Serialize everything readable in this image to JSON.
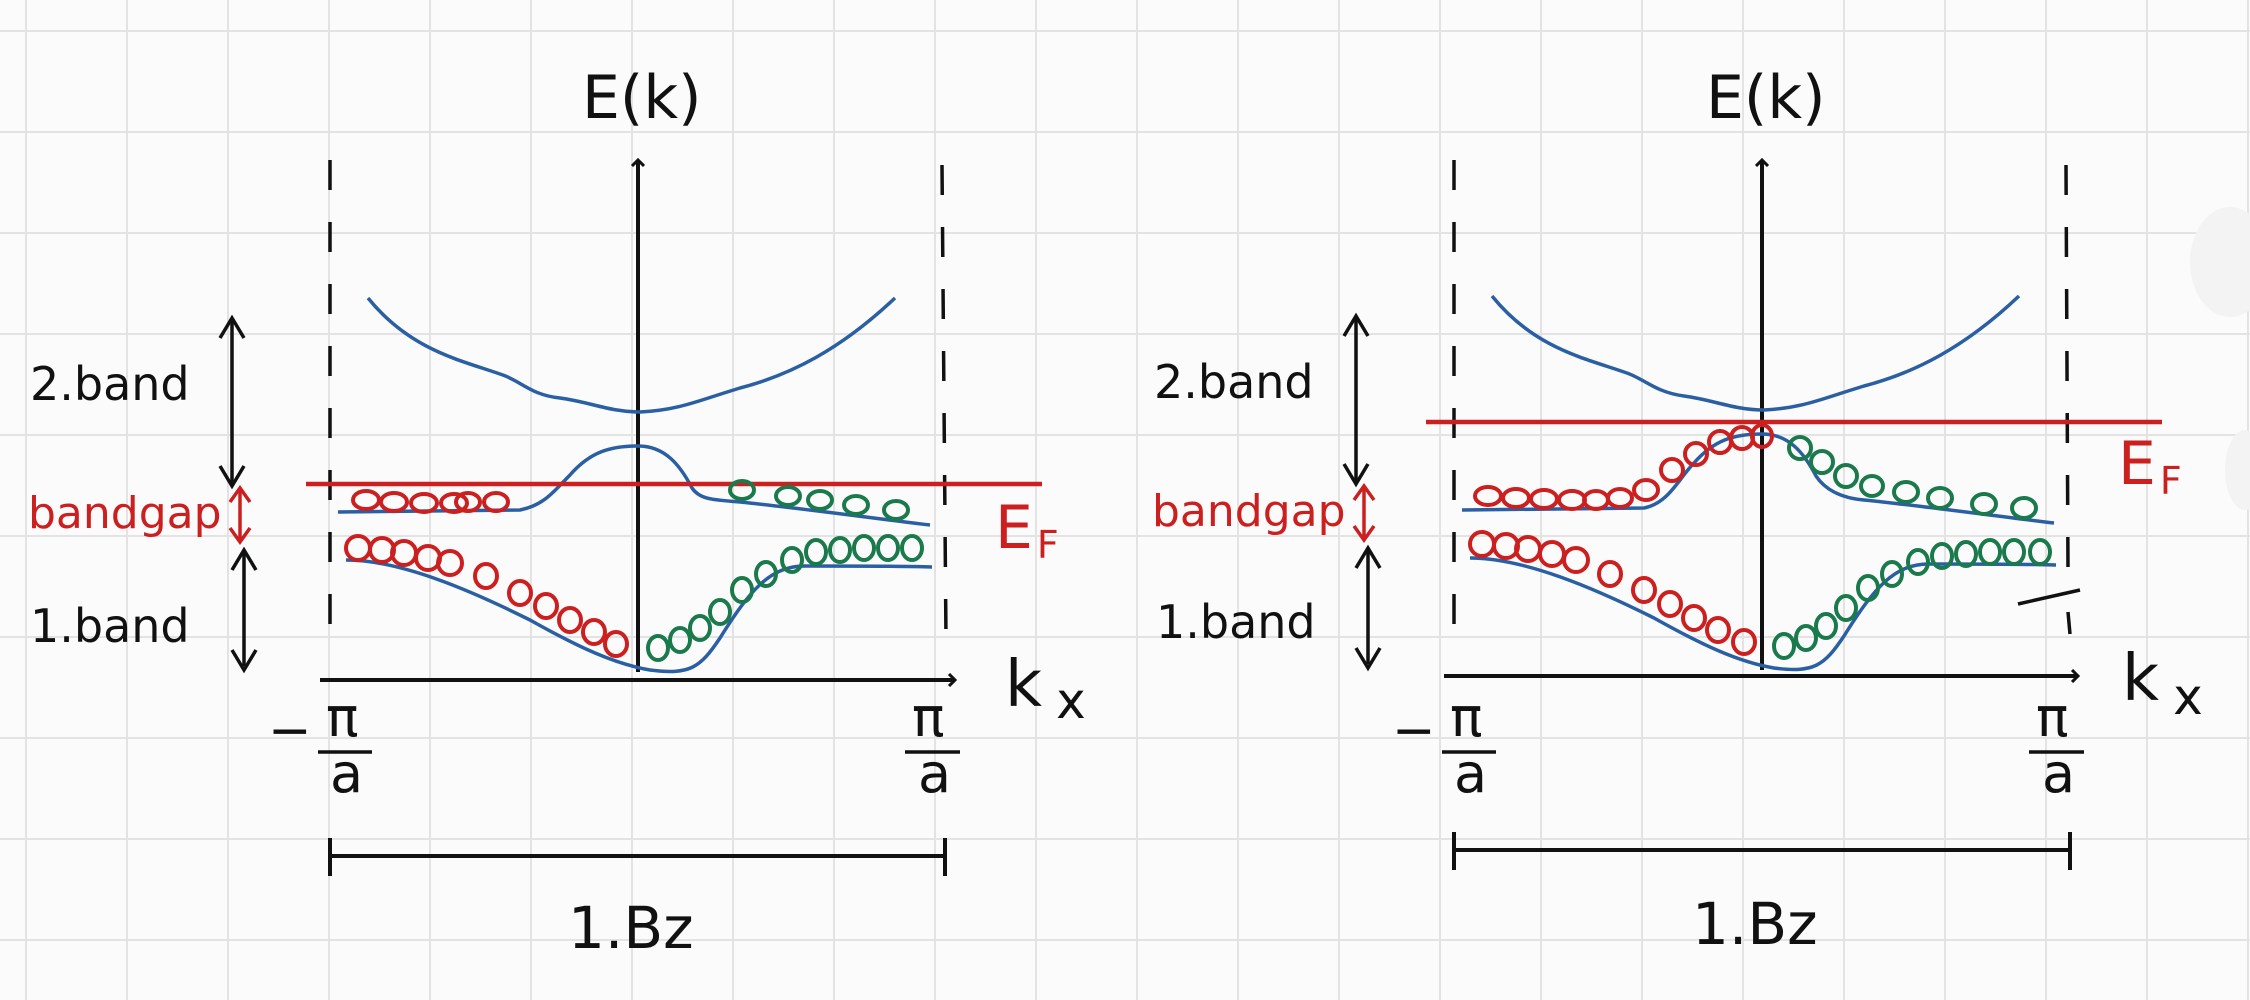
{
  "colors": {
    "band_line": "#2a5fa3",
    "fermi_line": "#cc1f1f",
    "filled_state": "#cc1f1f",
    "empty_state": "#1a7a4c",
    "ink": "#111111",
    "grid": "#e3e3e3"
  },
  "panels": [
    {
      "axis_y_label": "E(k)",
      "axis_x_label": "k",
      "axis_x_subscript": "x",
      "left_limit_num": "π",
      "left_limit_sign": "−",
      "left_limit_den": "a",
      "right_limit_num": "π",
      "right_limit_den": "a",
      "band2_label": "2.band",
      "bandgap_label": "bandgap",
      "band1_label": "1.band",
      "fermi_label": "E",
      "fermi_subscript": "F",
      "zone_label": "1.Bz"
    },
    {
      "axis_y_label": "E(k)",
      "axis_x_label": "k",
      "axis_x_subscript": "x",
      "left_limit_num": "π",
      "left_limit_sign": "−",
      "left_limit_den": "a",
      "right_limit_num": "π",
      "right_limit_den": "a",
      "band2_label": "2.band",
      "bandgap_label": "bandgap",
      "band1_label": "1.band",
      "fermi_label": "E",
      "fermi_subscript": "F",
      "zone_label": "1.Bz"
    }
  ]
}
